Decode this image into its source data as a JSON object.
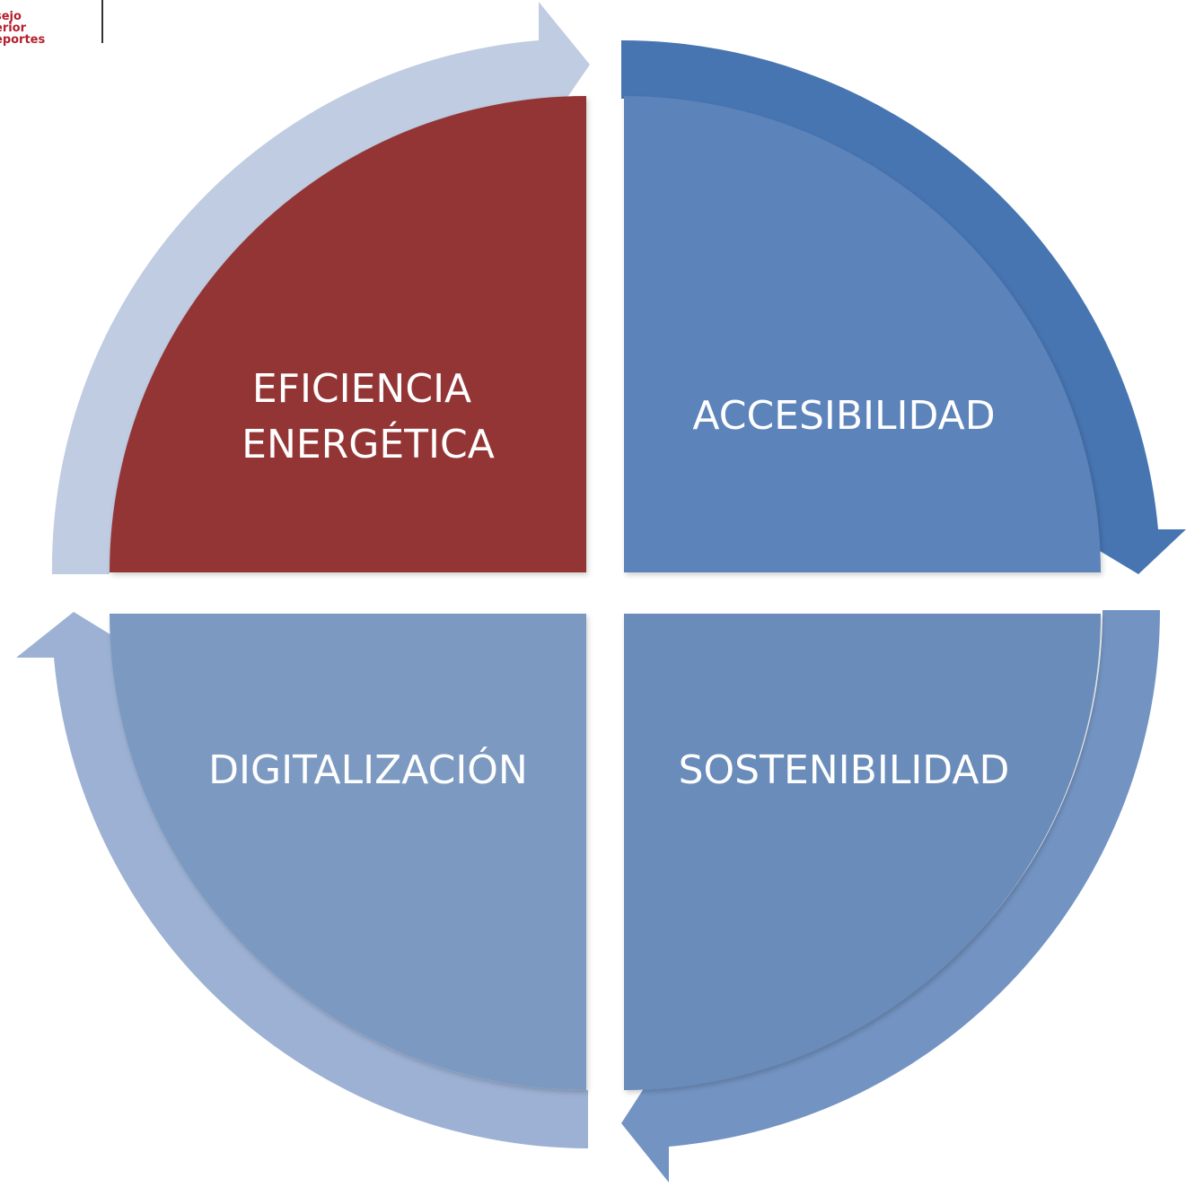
{
  "logo": {
    "lines": [
      "sejo",
      "erior",
      "eportes"
    ],
    "color": "#b5202e"
  },
  "diagram": {
    "type": "cycle",
    "quadrants": [
      {
        "id": "eficiencia",
        "label_lines": [
          "EFICIENCIA",
          "ENERGÉTICA"
        ],
        "fill": "#943634",
        "arrow": "#c0cce2"
      },
      {
        "id": "accesibilidad",
        "label_lines": [
          "ACCESIBILIDAD"
        ],
        "fill": "#5b83ba",
        "arrow": "#4775b2"
      },
      {
        "id": "sostenibilidad",
        "label_lines": [
          "SOSTENIBILIDAD"
        ],
        "fill": "#6a8cba",
        "arrow": "#7394c3"
      },
      {
        "id": "digitalizacion",
        "label_lines": [
          "DIGITALIZACIÓN"
        ],
        "fill": "#7b9ac1",
        "arrow": "#9db1d4"
      }
    ]
  }
}
